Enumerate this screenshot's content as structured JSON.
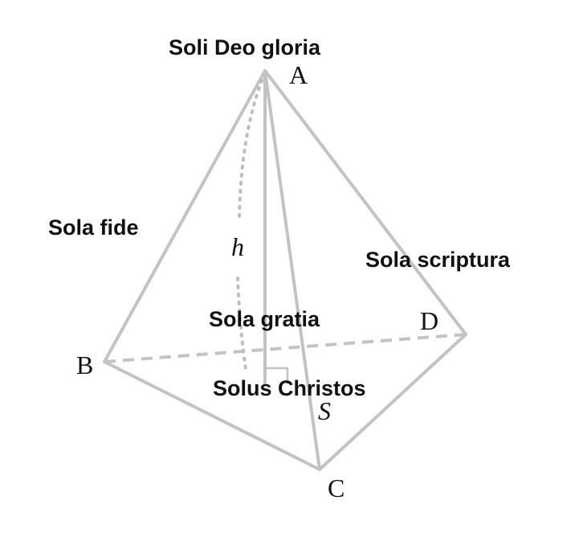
{
  "vertices": {
    "a": "A",
    "b": "B",
    "c": "C",
    "d": "D"
  },
  "labels": {
    "apex": "Soli Deo gloria",
    "left_edge": "Sola fide",
    "right_edge": "Sola scriptura",
    "center": "Sola gratia",
    "foot": "Solus Christos"
  },
  "measures": {
    "height": "h",
    "slant": "S"
  }
}
